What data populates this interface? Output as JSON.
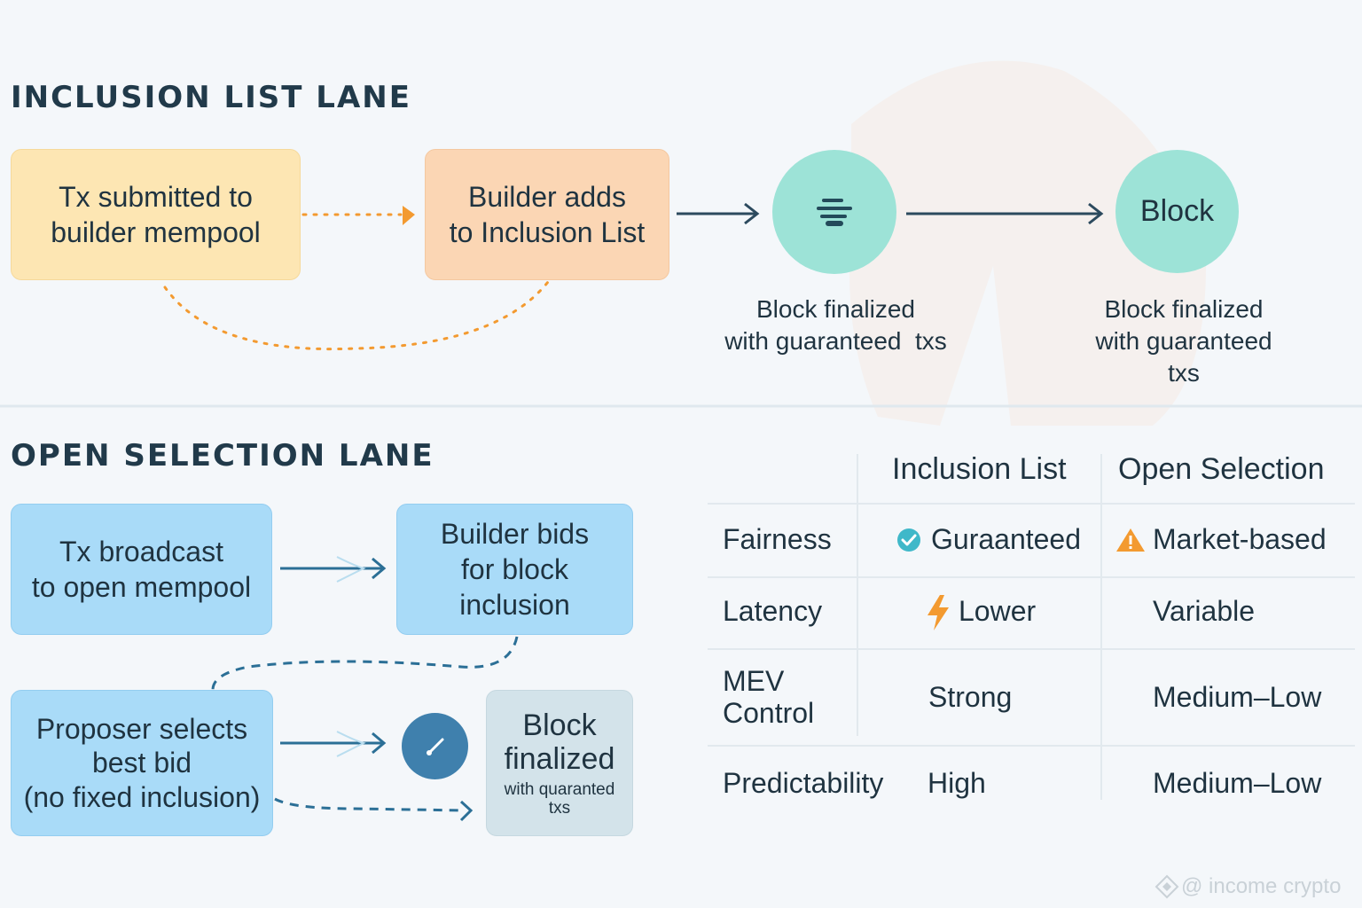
{
  "lanes": {
    "inclusion": {
      "title": "INCLUSION LIST LANE",
      "box1": [
        "Tx submitted to",
        "builder mempool"
      ],
      "box2": [
        "Builder adds",
        "to Inclusion List"
      ],
      "circle2_label": "Block",
      "caption1": [
        "Block finalized",
        "with guaranteed  txs"
      ],
      "caption2": [
        "Block finalized",
        "with guaranteed",
        "txs"
      ]
    },
    "open": {
      "title": "OPEN SELECTION LANE",
      "box1": [
        "Tx broadcast",
        "to open mempool"
      ],
      "box2": [
        "Builder bids",
        "for block inclusion"
      ],
      "box3": [
        "Proposer selects",
        "best bid",
        "(no fixed inclusion)"
      ],
      "box4_title": [
        "Block",
        "finalized"
      ],
      "box4_sub": [
        "with quaranted",
        "txs"
      ]
    }
  },
  "table": {
    "headers": [
      "Inclusion List",
      "Open Selection"
    ],
    "rows": [
      {
        "label": [
          "Fairness"
        ],
        "il": "Guraanteed",
        "os": "Market-based"
      },
      {
        "label": [
          "Latency"
        ],
        "il": "Lower",
        "os": "Variable"
      },
      {
        "label": [
          "MEV",
          "Control"
        ],
        "il": "Strong",
        "os": "Medium–Low"
      },
      {
        "label": [
          "Predictability"
        ],
        "il": "High",
        "os": "Medium–Low"
      }
    ]
  },
  "watermark": "@ income crypto",
  "colors": {
    "orange": "#f39a30",
    "navy": "#2c4a5e",
    "blue_dashed": "#2b6f96",
    "teal": "#9de3d7",
    "check": "#3fb8c9",
    "warning": "#f39a30",
    "bolt": "#f39a30"
  },
  "icons": {
    "node1": "stacked-lines-icon",
    "check": "check-circle-icon",
    "warning": "warning-triangle-icon",
    "bolt": "lightning-bolt-icon",
    "proposer": "checkmark-circle-icon"
  }
}
